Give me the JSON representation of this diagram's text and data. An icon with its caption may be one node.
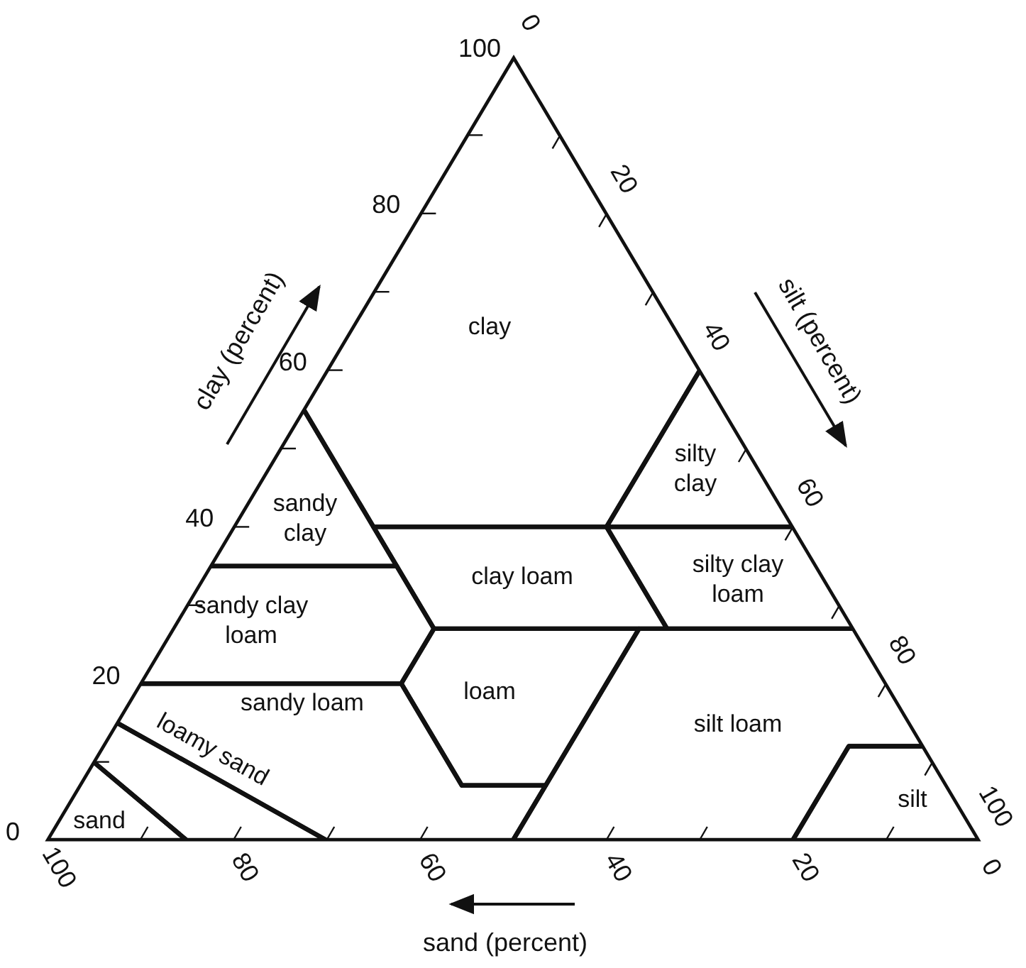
{
  "diagram": {
    "nodes": [
      {
        "text": [
          "clay"
        ]
      },
      {
        "text": [
          "silty clay"
        ]
      },
      {
        "text": [
          "sandy clay"
        ]
      },
      {
        "text": [
          "clay loam"
        ]
      },
      {
        "text": [
          "silty clay loam"
        ]
      },
      {
        "text": [
          "sandy clay loam"
        ]
      },
      {
        "text": [
          "loam"
        ]
      },
      {
        "text": [
          "sandy loam"
        ]
      },
      {
        "text": [
          "silt loam"
        ]
      },
      {
        "text": [
          "loamy sand"
        ]
      },
      {
        "text": [
          "silt"
        ]
      },
      {
        "text": [
          "sand"
        ]
      }
    ],
    "labels": [
      "100",
      "80",
      "60",
      "40",
      "20",
      "0",
      "0",
      "20",
      "40",
      "60",
      "80",
      "100",
      "100",
      "80",
      "60",
      "40",
      "20",
      "0",
      "clay (percent)",
      "silt (percent)",
      "sand (percent)"
    ]
  }
}
